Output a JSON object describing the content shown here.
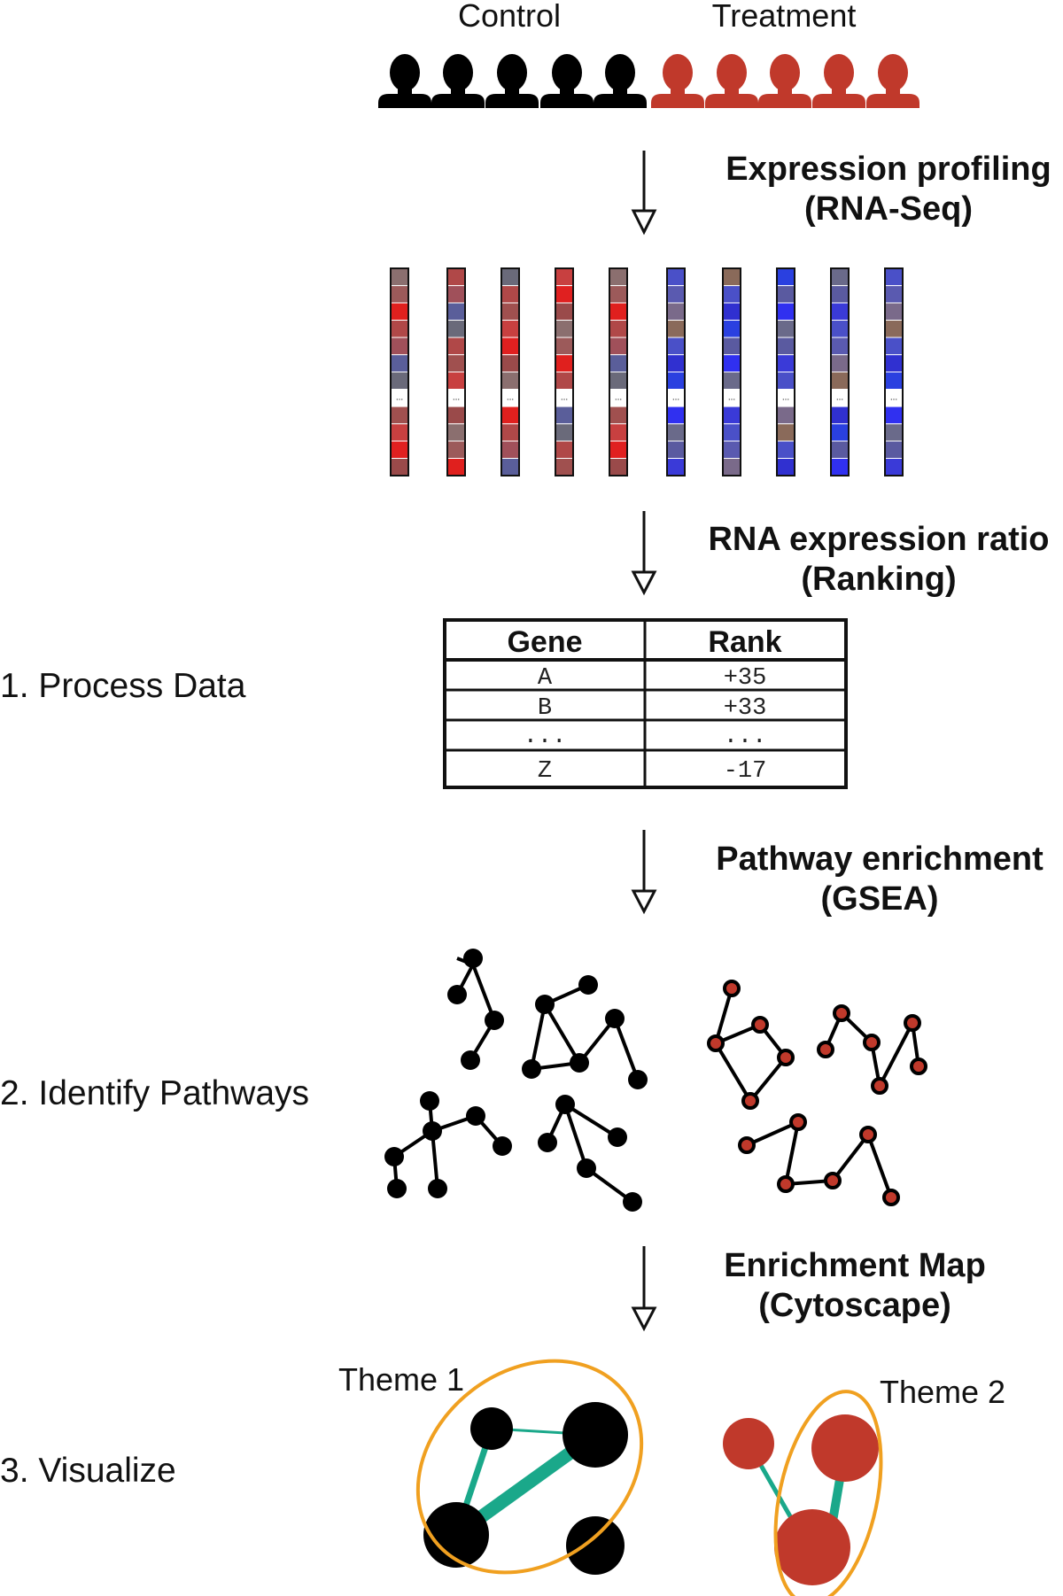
{
  "groups": {
    "control": {
      "label": "Control",
      "count": 5,
      "color": "#000000"
    },
    "treatment": {
      "label": "Treatment",
      "count": 5,
      "color": "#c0392b"
    }
  },
  "arrows": [
    {
      "line1": "Expression profiling",
      "line2": "(RNA-Seq)"
    },
    {
      "line1": "RNA expression ratio",
      "line2": "(Ranking)"
    },
    {
      "line1": "Pathway enrichment",
      "line2": "(GSEA)"
    },
    {
      "line1": "Enrichment Map",
      "line2": "(Cytoscape)"
    }
  ],
  "steps": [
    {
      "label": "1. Process Data"
    },
    {
      "label": "2. Identify Pathways"
    },
    {
      "label": "3. Visualize"
    }
  ],
  "expression_strip_ellipsis": "...",
  "rank_table": {
    "headers": [
      "Gene",
      "Rank"
    ],
    "rows": [
      [
        "A",
        "+35"
      ],
      [
        "B",
        "+33"
      ],
      [
        "...",
        "..."
      ],
      [
        "Z",
        "-17"
      ]
    ]
  },
  "themes": [
    {
      "label": "Theme 1"
    },
    {
      "label": "Theme 2"
    }
  ],
  "colors": {
    "black_node": "#000000",
    "red_node": "#c0392b",
    "edge_teal": "#1aa88a",
    "theme_outline": "#f0a020"
  }
}
